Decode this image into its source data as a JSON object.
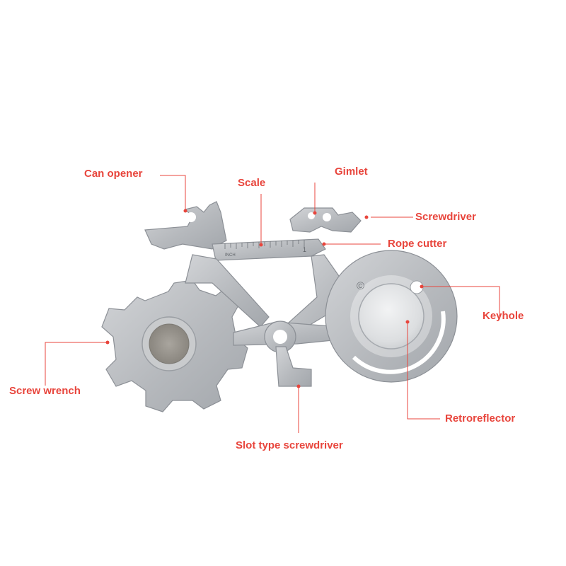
{
  "product": {
    "ruler_unit": "INCH",
    "ruler_mark": "1",
    "copyright_symbol": "©"
  },
  "labels": {
    "can_opener": "Can opener",
    "scale": "Scale",
    "gimlet": "Gimlet",
    "screwdriver": "Screwdriver",
    "rope_cutter": "Rope cutter",
    "keyhole": "Keyhole",
    "screw_wrench": "Screw wrench",
    "retroreflector": "Retroreflector",
    "slot_type_screwdriver": "Slot type screwdriver"
  },
  "colors": {
    "label": "#e8453c",
    "steel": "#b9bcc0",
    "steel_dark": "#8c9096",
    "steel_light": "#e4e6e8"
  }
}
